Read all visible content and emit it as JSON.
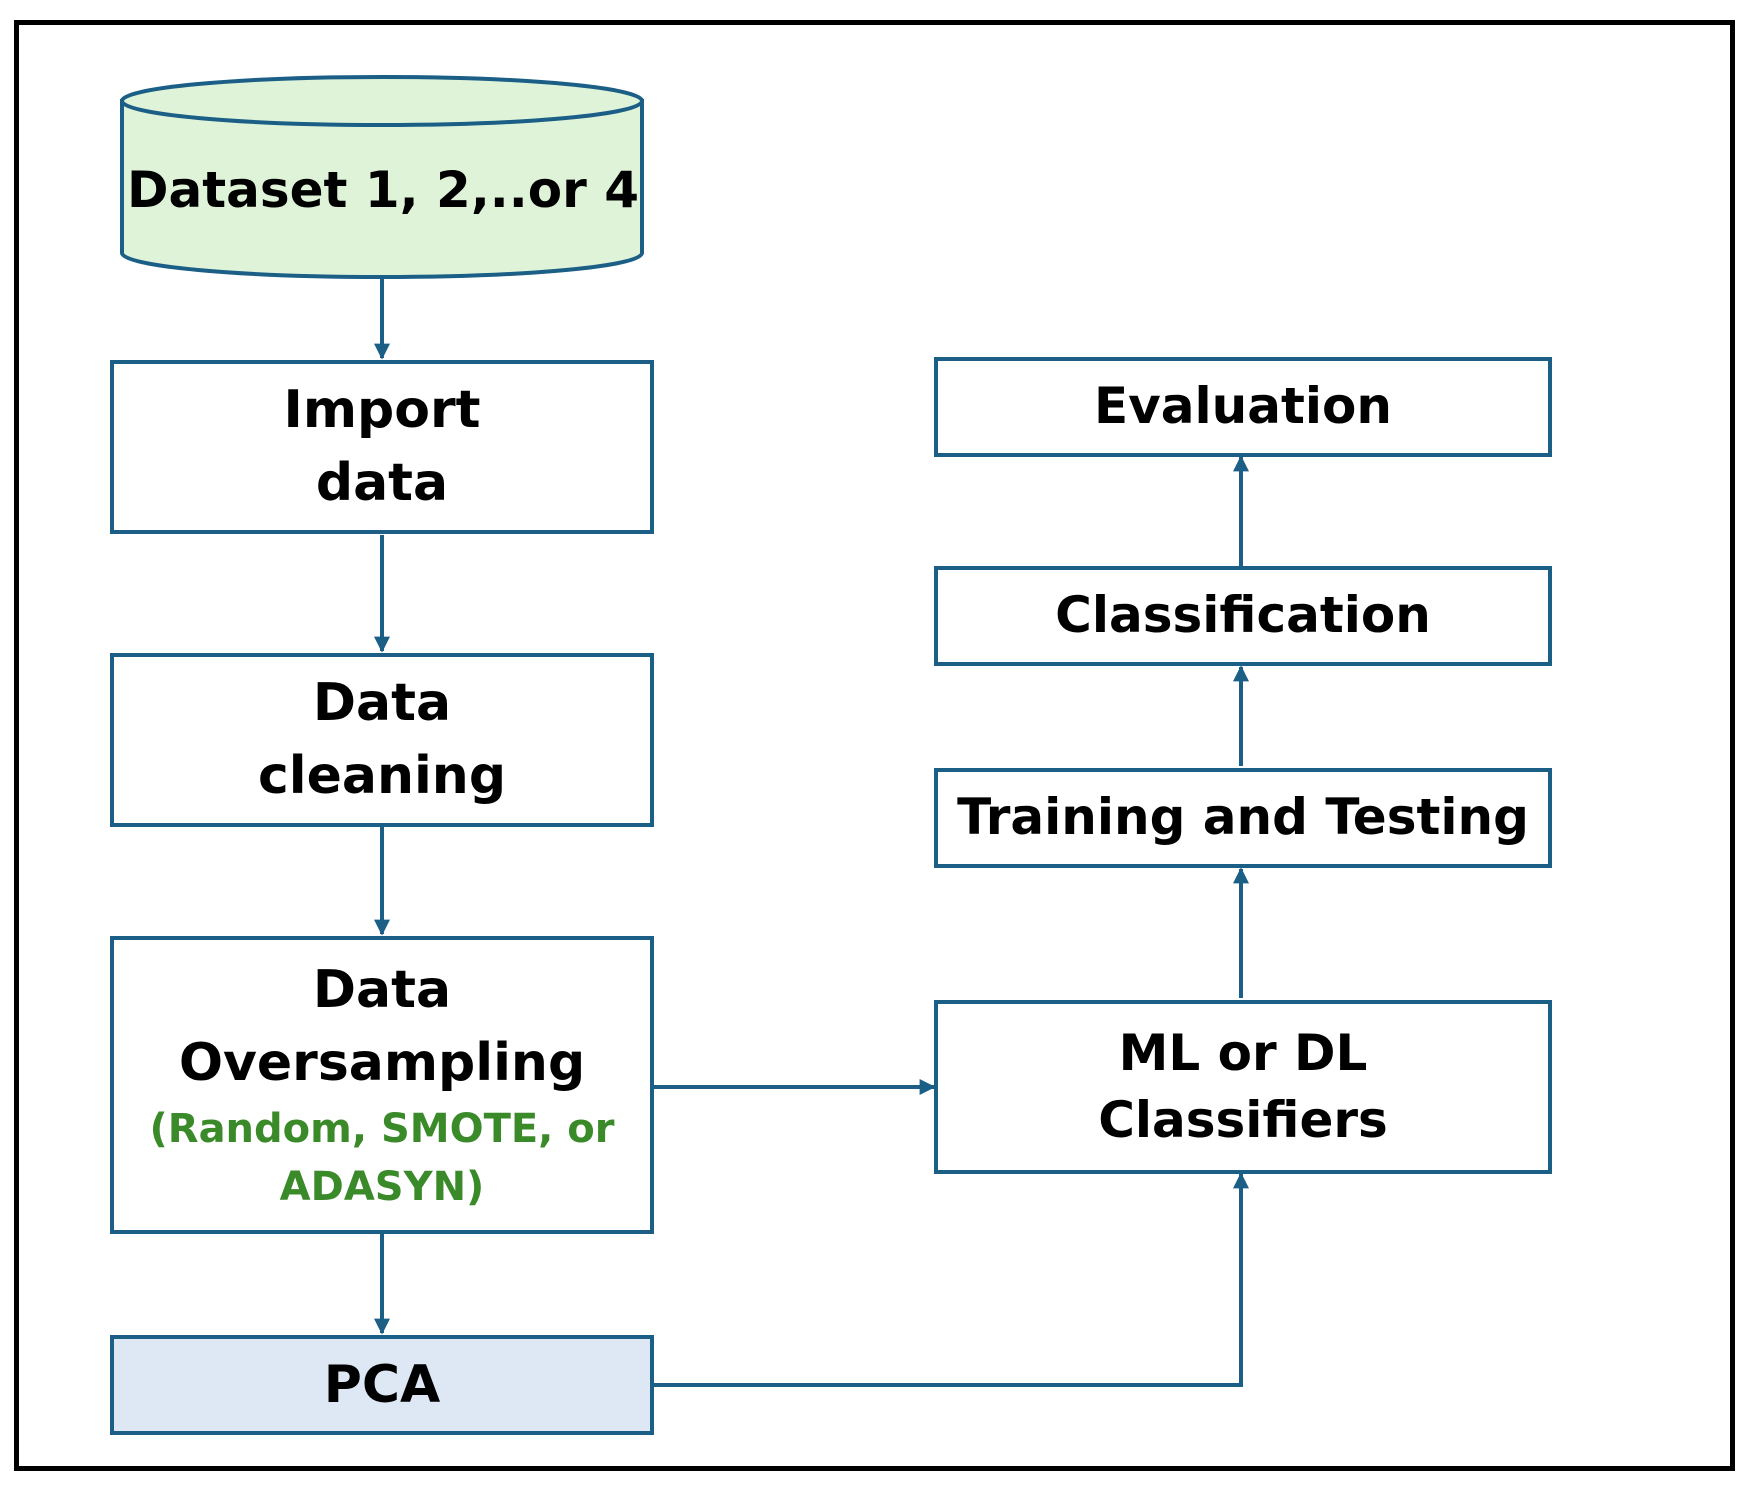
{
  "colors": {
    "border": "#1b5e86",
    "dataset_fill": "#dff3d9",
    "pca_fill": "#dde8f4",
    "subtitle": "#3a8a2a",
    "frame": "#000000"
  },
  "dataset": {
    "label": "Dataset 1, 2,..or 4"
  },
  "left_column": {
    "import": {
      "line1": "Import",
      "line2": "data"
    },
    "cleaning": {
      "line1": "Data",
      "line2": "cleaning"
    },
    "oversampling": {
      "line1": "Data",
      "line2": "Oversampling",
      "sub1": "(Random, SMOTE, or",
      "sub2": "ADASYN)"
    },
    "pca": {
      "label": "PCA"
    }
  },
  "right_column": {
    "evaluation": {
      "label": "Evaluation"
    },
    "classification": {
      "label": "Classification"
    },
    "training": {
      "label": "Training and Testing"
    },
    "classifiers": {
      "line1": "ML or DL",
      "line2": "Classifiers"
    }
  }
}
